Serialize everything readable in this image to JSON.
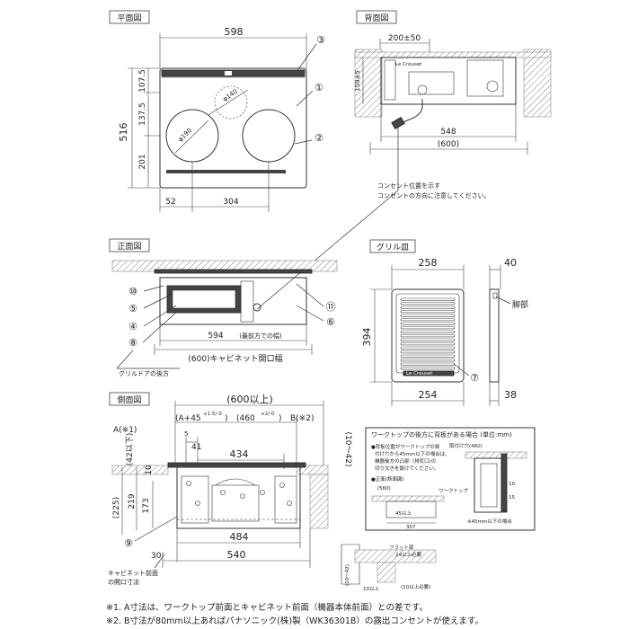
{
  "titles": {
    "plan": "平面図",
    "back": "背面図",
    "front": "正面図",
    "grill": "グリル皿",
    "side": "側面図"
  },
  "plan": {
    "width": "598",
    "depth": "516",
    "d1": "107.5",
    "d2": "137.5",
    "d3": "201",
    "left": "52",
    "center": "304",
    "small_burner": "φ140",
    "large_burner": "φ190"
  },
  "back": {
    "offset": "200±50",
    "height": "150±5",
    "width": "548",
    "width_paren": "(600)",
    "outlet_note_1": "コンセント位置を示す",
    "outlet_note_2": "コンセントの方向に注意してください。"
  },
  "front": {
    "width_main": "594",
    "width_note": "(最前方での幅)",
    "cabinet": "(600)キャビネット開口幅",
    "grill_door": "グリルドアの後方"
  },
  "grill": {
    "top_width": "258",
    "bottom_width": "254",
    "height": "394",
    "depth": "40",
    "depth_bottom": "38",
    "foot": "脚部",
    "brand": "Le Creuset"
  },
  "side": {
    "top": "(600以上)",
    "a_label": "A(※1)",
    "b_label": "B(※2)",
    "a_dim": "(A+45",
    "a_tol": "+1.5/-0",
    "a_close": ")",
    "mid": "(460",
    "mid_tol": "+2/-0",
    "mid_close": ")",
    "d5": "5",
    "d41": "41",
    "d434": "434",
    "under42": "(42以下)",
    "d10": "10",
    "d10_42": "(10～42)",
    "d225": "(225)",
    "d219": "219",
    "d173": "173",
    "d30": "30",
    "d484": "484",
    "d540": "540",
    "cabinet_front_1": "キャビネット前面",
    "cabinet_front_2": "の開口寸法"
  },
  "inset": {
    "title": "ワークトップの後方に背板がある場合 (単位:mm)",
    "n1": "●背板位置がワークトップの奥",
    "n2": "付け穴から45mm以下の場合は、",
    "n3": "機器後方の凸部（排気口)の",
    "n4": "切り欠きを設けてください。",
    "n5": "●正面(断面図)",
    "worktop": "ワークトップ",
    "d560": "(560)",
    "d307": "307",
    "d45": "45以上",
    "d45b": "※45mm以下の場合",
    "d460": "取付け穴(460)",
    "d10": "10",
    "d15": "15"
  },
  "flat": {
    "label_1": "フラット部",
    "label_2": "24以上必要",
    "d10_42": "(10～42)",
    "d10": "10以上",
    "d10b": "(10以上必要)"
  },
  "notes": {
    "n1": "※1. A寸法は、ワークトップ前面とキャビネット前面（機器本体前面）との差です。",
    "n2": "※2. B寸法が80mm以上あればパナソニック(株)製（WK36301B）の露出コンセントが使えます。"
  },
  "callouts": [
    "①",
    "②",
    "③",
    "④",
    "⑤",
    "⑥",
    "⑦",
    "⑧",
    "⑨",
    "⑩",
    "⑪"
  ]
}
